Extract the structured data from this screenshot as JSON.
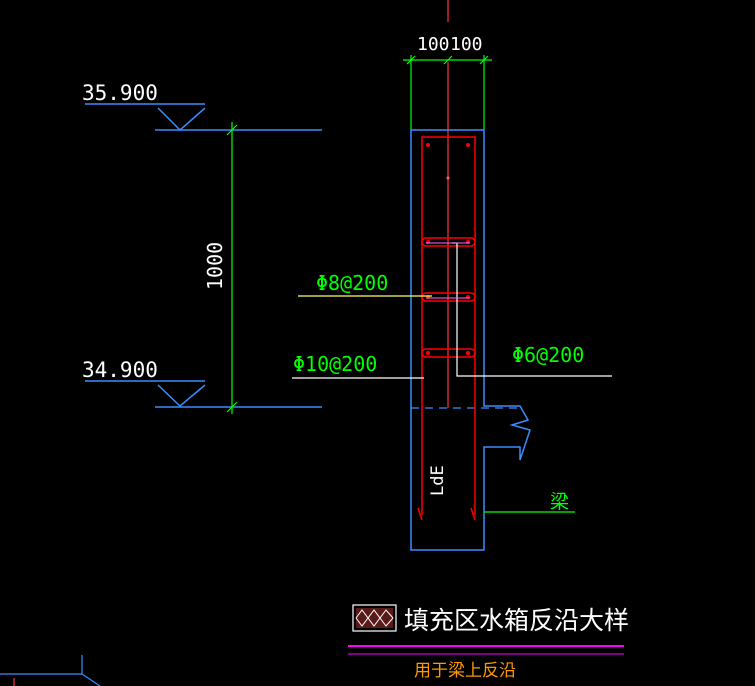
{
  "drawing": {
    "title": "填充区水箱反沿大样",
    "subtitle": "用于梁上反沿",
    "elevation_top": "35.900",
    "elevation_bottom": "34.900",
    "height_dimension": "1000",
    "width_dims": [
      "100",
      "100"
    ],
    "rebar_horizontal": "Φ8@200",
    "rebar_vertical": "Φ10@200",
    "rebar_tie": "Φ6@200",
    "anchorage_label": "LdE",
    "beam_label": "梁"
  },
  "colors": {
    "background": "#000000",
    "white_text": "#ffffff",
    "green": "#00ff00",
    "red": "#ff0000",
    "blue": "#3a8cff",
    "yellow": "#ffff66",
    "magenta": "#ff00ff",
    "orange": "#ff9900",
    "cyan": "#00ccff"
  }
}
